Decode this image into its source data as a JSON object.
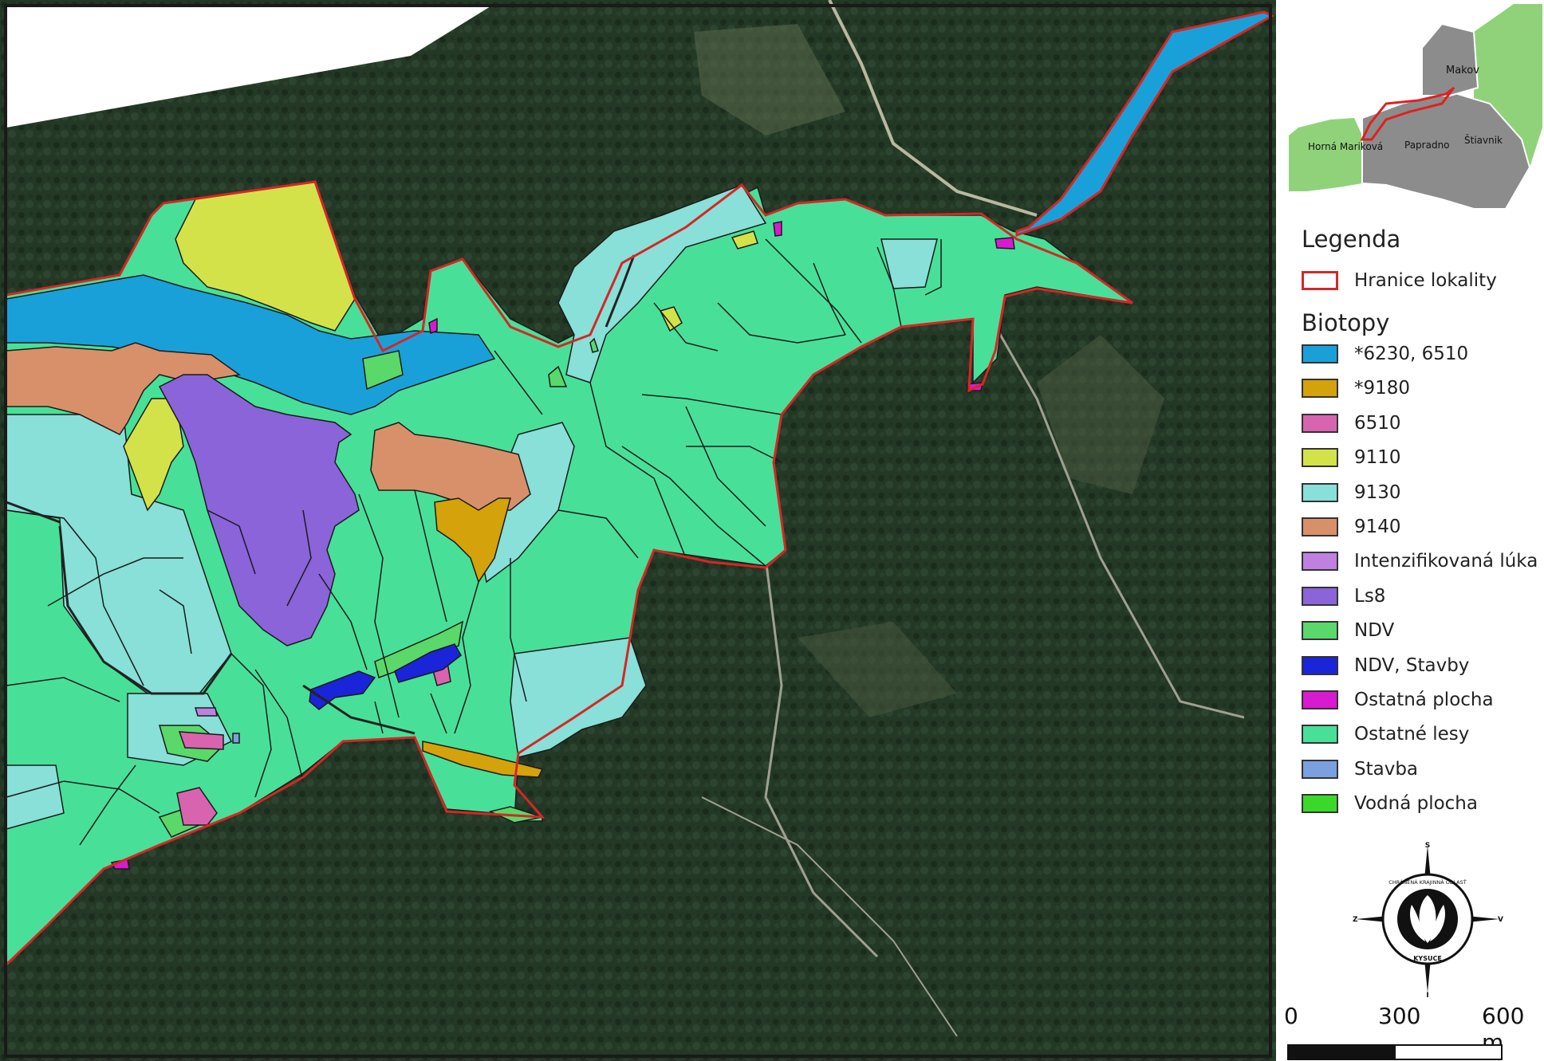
{
  "map": {
    "satellite_color": "#243826",
    "boundary_color": "#d62626"
  },
  "inset": {
    "labels": [
      "Makov",
      "Horná Mariková",
      "Papradno",
      "Štiavnik"
    ],
    "colors": {
      "green": "#8fd27a",
      "gray": "#8c8c8c",
      "route": "#e02020"
    }
  },
  "legend": {
    "title": "Legenda",
    "boundary_label": "Hranice lokality",
    "biotopy_title": "Biotopy",
    "items": [
      {
        "label": "*6230, 6510",
        "color": "#1aa0d8"
      },
      {
        "label": "*9180",
        "color": "#d4a20a"
      },
      {
        "label": "6510",
        "color": "#d864b0"
      },
      {
        "label": "9110",
        "color": "#d4e24a"
      },
      {
        "label": "9130",
        "color": "#88e0d8"
      },
      {
        "label": "9140",
        "color": "#d8906a"
      },
      {
        "label": "Intenzifikovaná lúka",
        "color": "#c080e0"
      },
      {
        "label": "Ls8",
        "color": "#8a64d8"
      },
      {
        "label": "NDV",
        "color": "#5ad86a"
      },
      {
        "label": "NDV, Stavby",
        "color": "#1a24d8"
      },
      {
        "label": "Ostatná plocha",
        "color": "#d81ad0"
      },
      {
        "label": "Ostatné lesy",
        "color": "#48e098"
      },
      {
        "label": "Stavba",
        "color": "#7aa0e0"
      },
      {
        "label": "Vodná plocha",
        "color": "#3ad82a"
      }
    ]
  },
  "compass": {
    "north": "S",
    "south": "J",
    "west": "Z",
    "east": "V",
    "ring_top": "CHRÁNENÁ KRAJINNÁ OBLASŤ",
    "ring_bottom": "KYSUCE"
  },
  "scale": {
    "labels": [
      "0",
      "300",
      "600 m"
    ]
  }
}
